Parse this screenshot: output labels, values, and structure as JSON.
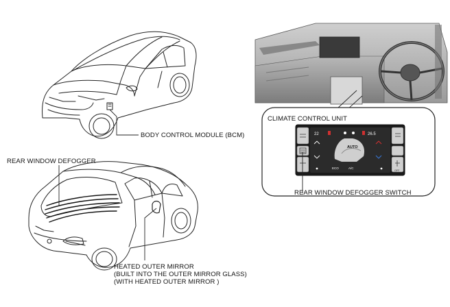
{
  "labels": {
    "bcm": "BODY CONTROL MODULE (BCM)",
    "rear_window_defogger": "REAR WINDOW DEFOGGER",
    "climate_control_unit": "CLIMATE CONTROL UNIT",
    "rear_window_defogger_switch": "REAR WINDOW DEFOGGER SWITCH",
    "heated_outer_mirror": [
      "HEATED OUTER MIRROR",
      "(BUILT INTO THE OUTER MIRROR GLASS)",
      "(WITH HEATED OUTER MIRROR )"
    ]
  },
  "panel": {
    "temp_left": "22",
    "temp_right": "26.5",
    "auto_label": "AUTO",
    "eco_label": "ECO",
    "ac_label": "A/C",
    "off_label": "OFF"
  },
  "colors": {
    "line": "#222222",
    "panel_dark": "#1a1a1a",
    "panel_screen": "#2b2b2b",
    "accent_red": "#d03030",
    "accent_blue": "#3a78d8"
  },
  "icons": [
    "rear-defogger-icon",
    "front-defogger-icon",
    "seat-icon",
    "fan-icon",
    "steering-wheel-icon"
  ]
}
